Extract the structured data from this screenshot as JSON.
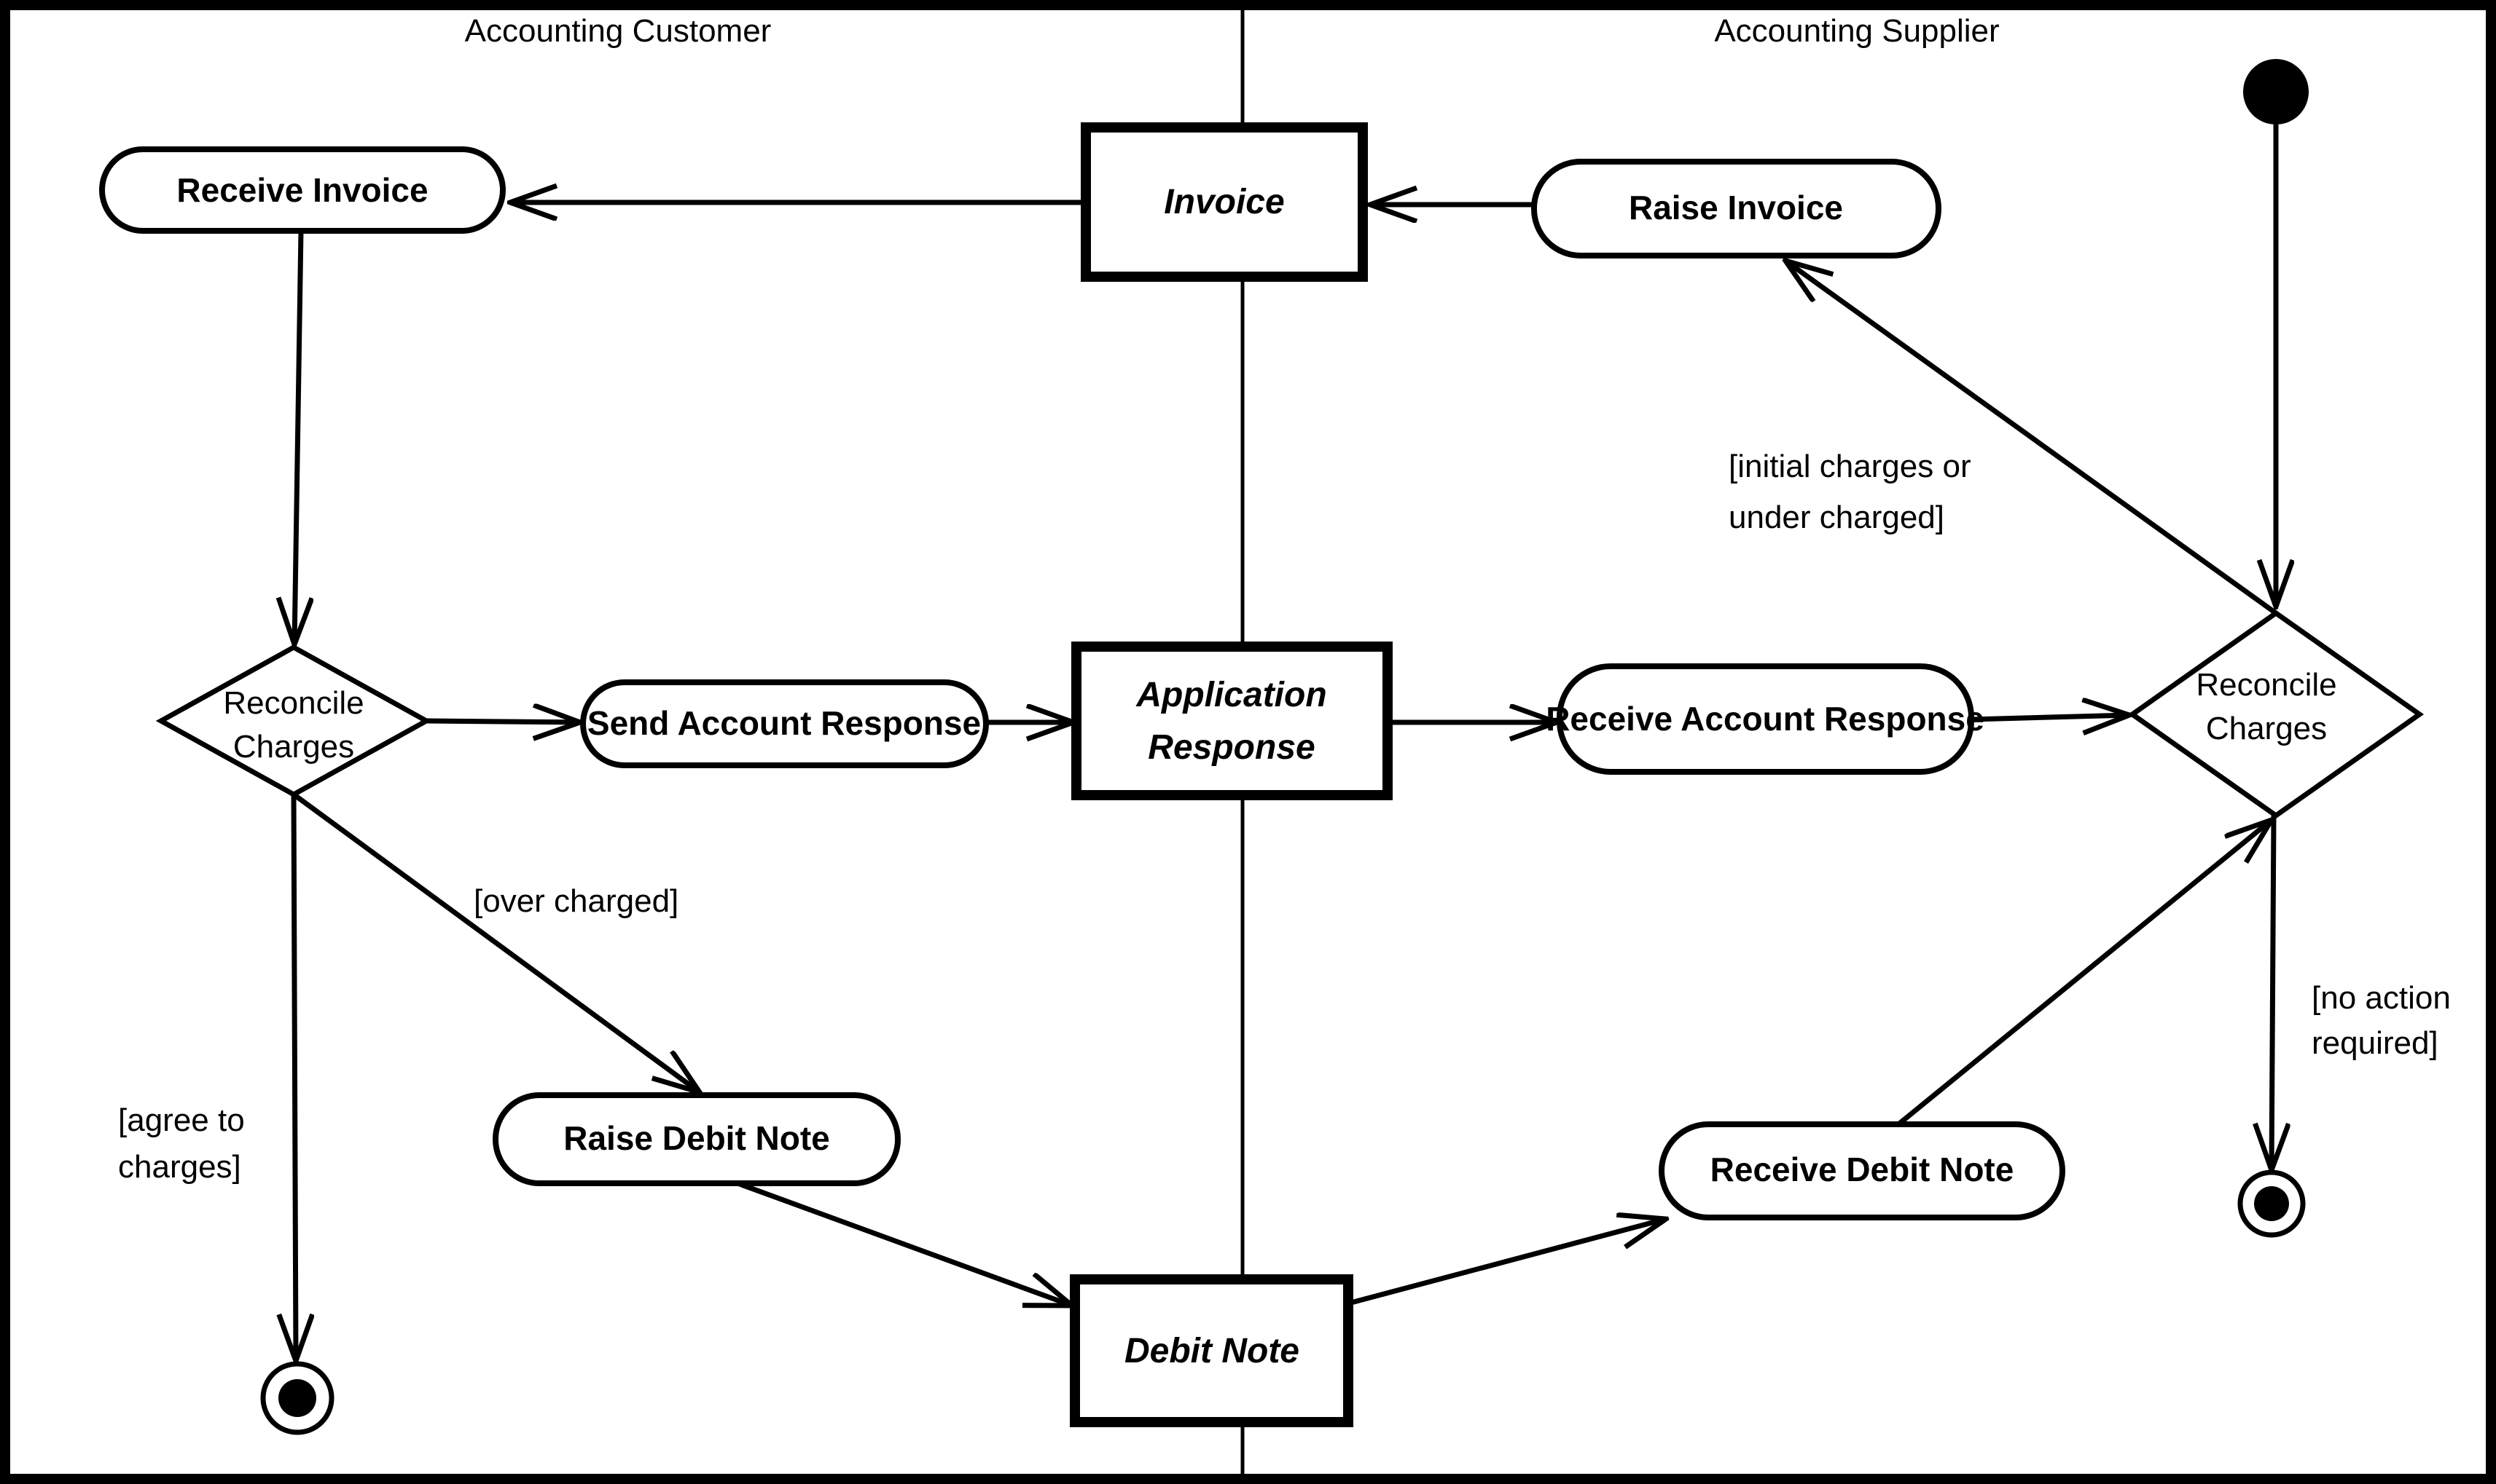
{
  "diagram": {
    "title": "Invoice reconciliation activity diagram",
    "colors": {
      "ink": "#000000",
      "background": "#ffffff"
    }
  },
  "swimlanes": {
    "customer": {
      "title": "Accounting Customer"
    },
    "supplier": {
      "title": "Accounting Supplier"
    }
  },
  "actions": {
    "receive_invoice": {
      "label": "Receive Invoice"
    },
    "raise_invoice": {
      "label": "Raise Invoice"
    },
    "send_account_response": {
      "label": "Send Account Response"
    },
    "receive_account_response": {
      "label": "Receive Account Response"
    },
    "raise_debit_note": {
      "label": "Raise Debit Note"
    },
    "receive_debit_note": {
      "label": "Receive Debit Note"
    }
  },
  "objects": {
    "invoice": {
      "label": "Invoice"
    },
    "application_response": {
      "lines": [
        "Application",
        "Response"
      ]
    },
    "debit_note": {
      "label": "Debit Note"
    }
  },
  "decisions": {
    "reconcile_charges_customer": {
      "lines": [
        "Reconcile",
        "Charges"
      ]
    },
    "reconcile_charges_supplier": {
      "lines": [
        "Reconcile",
        "Charges"
      ]
    }
  },
  "guards": {
    "initial_charges": {
      "lines": [
        "[initial charges or",
        "under charged]"
      ]
    },
    "over_charged": {
      "label": "[over charged]"
    },
    "agree_to_charges": {
      "lines": [
        "[agree to",
        "charges]"
      ]
    },
    "no_action_required": {
      "lines": [
        "[no action",
        "required]"
      ]
    }
  }
}
